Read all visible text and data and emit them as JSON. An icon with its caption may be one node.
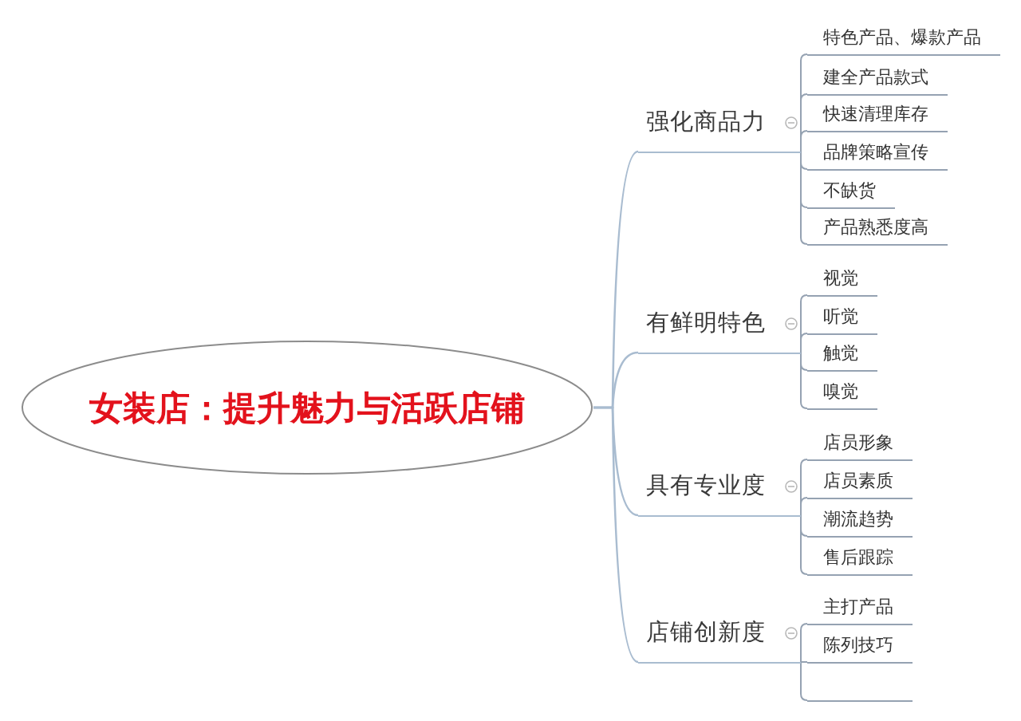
{
  "diagram": {
    "nodes": [
      {
        "text": [
          "女装店：提升魅力与活跃店铺"
        ]
      },
      {
        "text": [
          "强化商品力"
        ]
      },
      {
        "text": [
          "特色产品、爆款产品"
        ]
      },
      {
        "text": [
          "建全产品款式"
        ]
      },
      {
        "text": [
          "快速清理库存"
        ]
      },
      {
        "text": [
          "品牌策略宣传"
        ]
      },
      {
        "text": [
          "不缺货"
        ]
      },
      {
        "text": [
          "产品熟悉度高"
        ]
      },
      {
        "text": [
          "有鲜明特色"
        ]
      },
      {
        "text": [
          "视觉"
        ]
      },
      {
        "text": [
          "听觉"
        ]
      },
      {
        "text": [
          "触觉"
        ]
      },
      {
        "text": [
          "嗅觉"
        ]
      },
      {
        "text": [
          "具有专业度"
        ]
      },
      {
        "text": [
          "店员形象"
        ]
      },
      {
        "text": [
          "店员素质"
        ]
      },
      {
        "text": [
          "潮流趋势"
        ]
      },
      {
        "text": [
          "售后跟踪"
        ]
      },
      {
        "text": [
          "店铺创新度"
        ]
      },
      {
        "text": [
          "主打产品"
        ]
      },
      {
        "text": [
          "陈列技巧"
        ]
      },
      {
        "text": [],
        "shape": "bar"
      }
    ],
    "edges": [
      {
        "from": 0,
        "to": 1,
        "arrow": "none"
      },
      {
        "from": 1,
        "to": 2,
        "arrow": "none"
      },
      {
        "from": 1,
        "to": 3,
        "arrow": "none"
      },
      {
        "from": 1,
        "to": 4,
        "arrow": "none"
      },
      {
        "from": 1,
        "to": 5,
        "arrow": "none"
      },
      {
        "from": 1,
        "to": 6,
        "arrow": "none"
      },
      {
        "from": 1,
        "to": 7,
        "arrow": "none"
      },
      {
        "from": 0,
        "to": 8,
        "arrow": "none"
      },
      {
        "from": 8,
        "to": 9,
        "arrow": "none"
      },
      {
        "from": 8,
        "to": 10,
        "arrow": "none"
      },
      {
        "from": 8,
        "to": 11,
        "arrow": "none"
      },
      {
        "from": 8,
        "to": 12,
        "arrow": "none"
      },
      {
        "from": 0,
        "to": 13,
        "arrow": "none"
      },
      {
        "from": 13,
        "to": 14,
        "arrow": "none"
      },
      {
        "from": 13,
        "to": 15,
        "arrow": "none"
      },
      {
        "from": 13,
        "to": 16,
        "arrow": "none"
      },
      {
        "from": 13,
        "to": 17,
        "arrow": "none"
      },
      {
        "from": 0,
        "to": 18,
        "arrow": "none"
      },
      {
        "from": 18,
        "to": 19,
        "arrow": "none"
      },
      {
        "from": 18,
        "to": 20,
        "arrow": "none"
      },
      {
        "from": 18,
        "to": 21,
        "arrow": "none"
      }
    ]
  }
}
